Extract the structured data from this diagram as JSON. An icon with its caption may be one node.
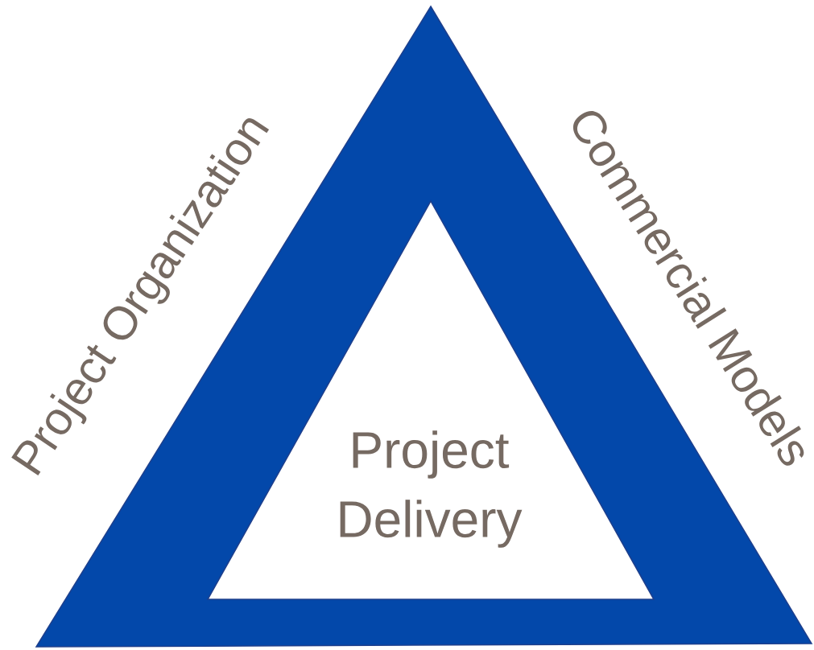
{
  "diagram": {
    "nodes": [
      {
        "text": [],
        "shape": "triangle"
      },
      {
        "text": [
          "Project Delivery"
        ],
        "in": 0
      }
    ],
    "labels": [
      "Project Organization",
      "Commercial Models"
    ]
  }
}
